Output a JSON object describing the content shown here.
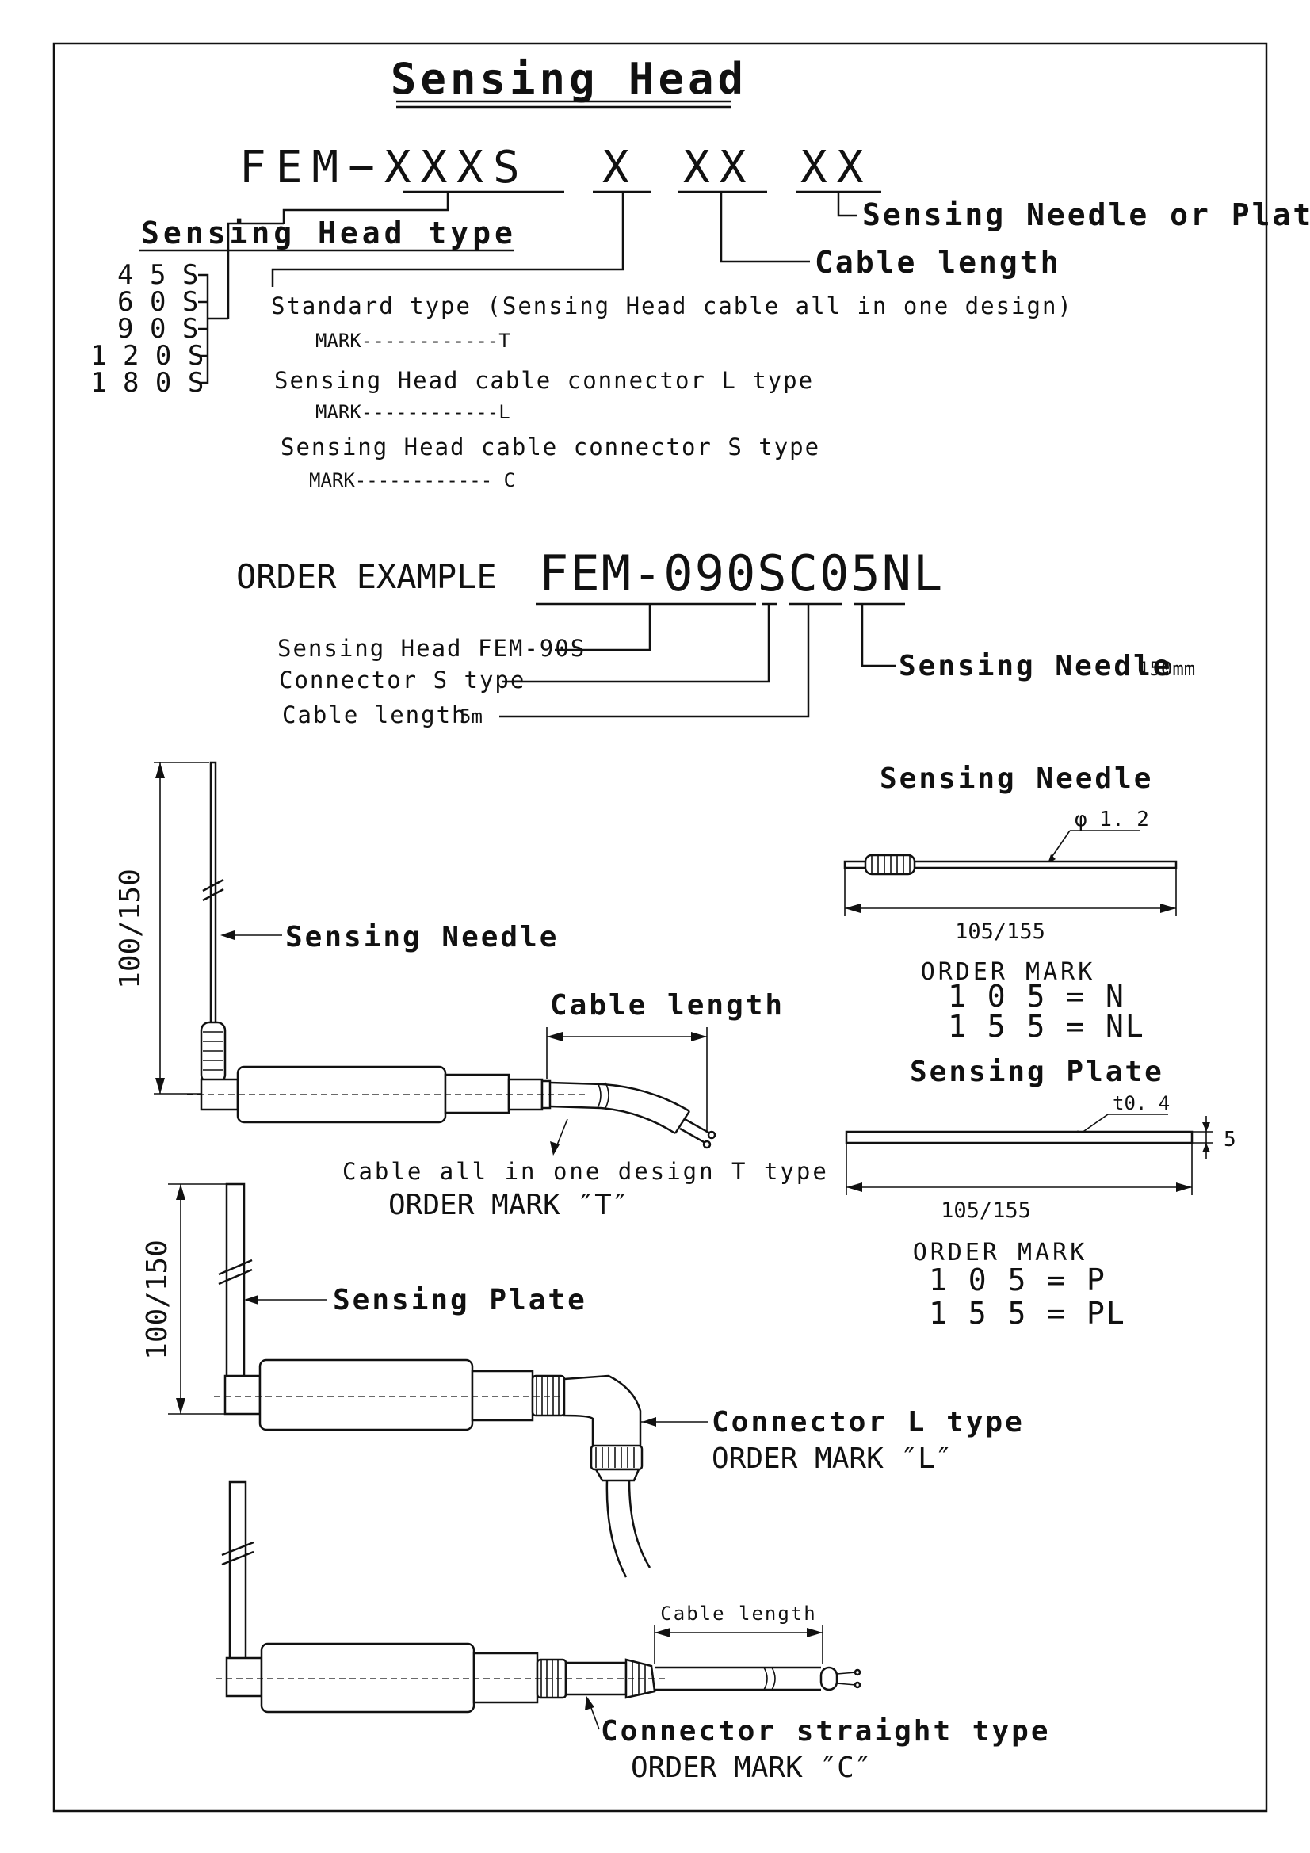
{
  "title": "Sensing Head",
  "model_code": {
    "base": "FEM−XXXS",
    "connector": "X",
    "cable": "XX",
    "needle": "XX"
  },
  "head_type": {
    "heading": "Sensing Head type",
    "sizes": [
      "4 5 S",
      "6 0 S",
      "9 0 S",
      "1 2 0 S",
      "1 8 0 S"
    ]
  },
  "labels": {
    "needle_or_plate": "Sensing Needle or Plate",
    "cable_length": "Cable length"
  },
  "connector_types": [
    {
      "desc": "Standard type (Sensing Head cable all in one design)",
      "mark": "MARK------------T"
    },
    {
      "desc": "Sensing Head cable connector L type",
      "mark": "MARK------------L"
    },
    {
      "desc": "Sensing Head cable connector S type",
      "mark": "MARK------------ C"
    }
  ],
  "order_example": {
    "label": "ORDER EXAMPLE",
    "code": "FEM-090SC05NL",
    "line1": "Sensing Head FEM-90S",
    "line2": "Connector S type",
    "line3_a": "Cable length",
    "line3_b": "5m",
    "needle_a": "Sensing Needle",
    "needle_b": "150mm"
  },
  "needle_panel": {
    "title": "Sensing Needle",
    "diameter": "φ 1. 2",
    "length": "105/155",
    "order_title": "ORDER MARK",
    "order1": "1 0 5 = N",
    "order2": "1 5 5 = NL"
  },
  "plate_panel": {
    "title": "Sensing Plate",
    "thickness": "t0. 4",
    "width": "5",
    "length": "105/155",
    "order_title": "ORDER MARK",
    "order1": "1 0 5 = P",
    "order2": "1 5 5 = PL"
  },
  "drawing_t": {
    "dim": "100/150",
    "needle": "Sensing Needle",
    "cable_length": "Cable length",
    "caption": "Cable all in one design T type",
    "mark": "ORDER MARK ″T″"
  },
  "drawing_l": {
    "dim": "100/150",
    "plate": "Sensing Plate",
    "label": "Connector L type",
    "mark": "ORDER MARK ″L″"
  },
  "drawing_c": {
    "cable_length": "Cable length",
    "label": "Connector straight type",
    "mark": "ORDER MARK ″C″"
  }
}
